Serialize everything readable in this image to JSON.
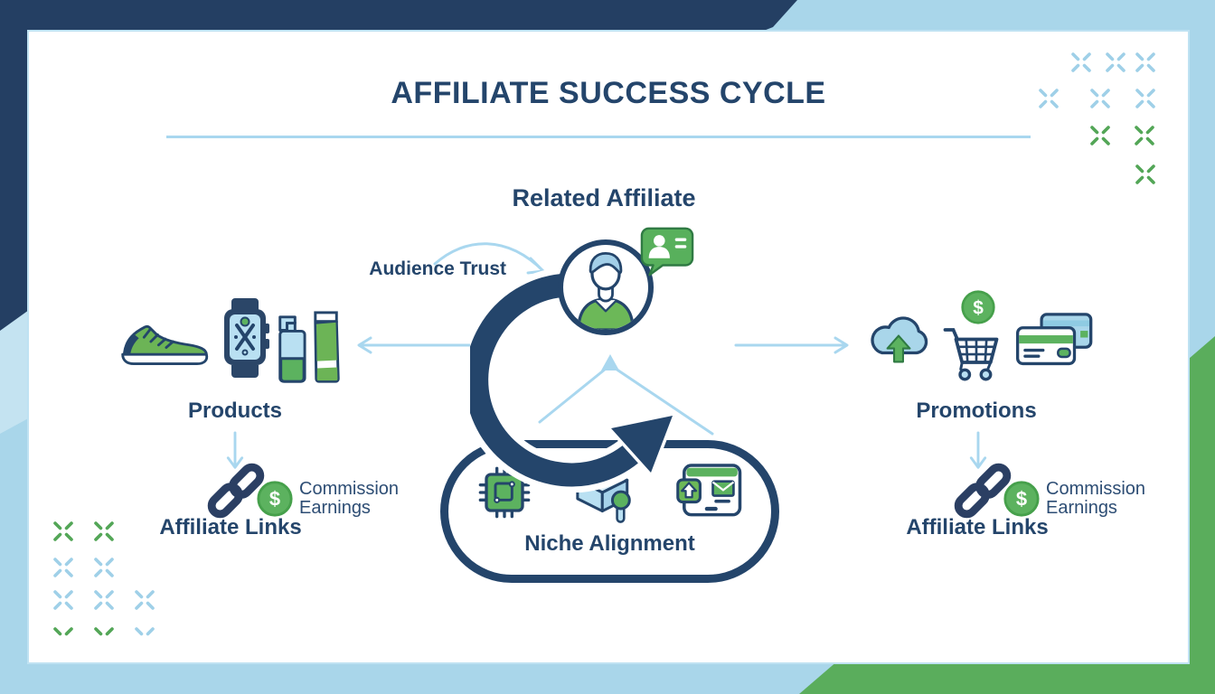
{
  "title": "AFFILIATE SUCCESS CYCLE",
  "center": {
    "heading": "Related Affiliate",
    "audience_trust": "Audience Trust",
    "niche_alignment": "Niche Alignment",
    "cycle_icon_names": [
      "microchip-icon",
      "open-box-search-icon",
      "tablet-upload-mail-icon"
    ],
    "avatar_icon": "affiliate-person-icon",
    "bubble_icon": "contact-chat-bubble-icon"
  },
  "left": {
    "category": "Products",
    "links": "Affiliate Links",
    "earnings": "Commission Earnings",
    "icon_names": [
      "sneaker-icon",
      "smartwatch-icon",
      "cosmetics-icon",
      "chain-link-icon",
      "dollar-coin-icon"
    ]
  },
  "right": {
    "category": "Promotions",
    "links": "Affiliate Links",
    "earnings": "Commission Earnings",
    "icon_names": [
      "cloud-upload-icon",
      "shopping-cart-icon",
      "credit-cards-icon",
      "chain-link-icon",
      "dollar-coin-icon"
    ]
  },
  "coin": {
    "symbol": "$"
  },
  "colors": {
    "navy": "#24456b",
    "green": "#5cb25f",
    "light_blue": "#a9d7ef",
    "bg_navy": "#243f63",
    "bg_green": "#5aad5c",
    "bg_blue": "#a9d6ea",
    "card_bg": "#ffffff"
  }
}
